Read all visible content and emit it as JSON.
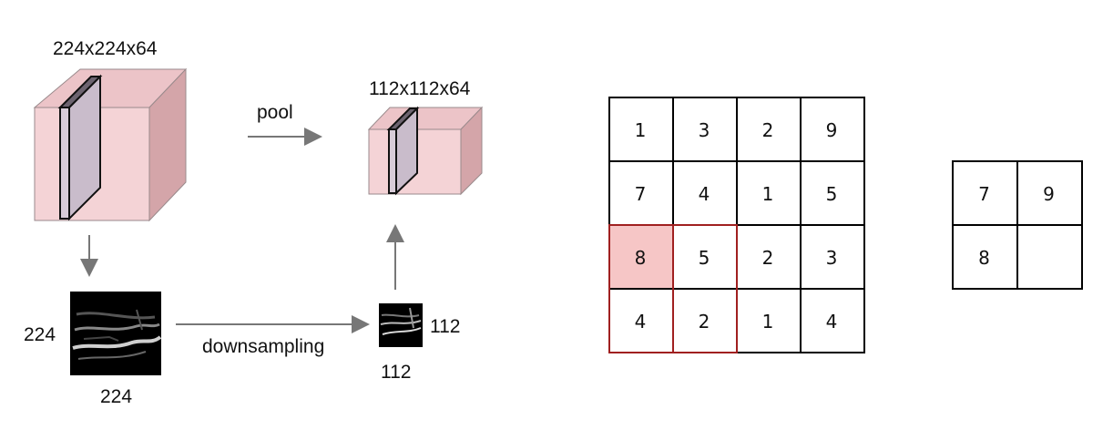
{
  "pooling_diagram": {
    "input_volume_label": "224x224x64",
    "pool_label": "pool",
    "output_volume_label": "112x112x64",
    "input_map_side_label": "224",
    "input_map_bottom_label": "224",
    "downsampling_label": "downsampling",
    "output_map_side_label": "112",
    "output_map_bottom_label": "112",
    "colors": {
      "cube_front": "#f4d3d6",
      "cube_top": "#ecc4c8",
      "cube_side": "#d4a5a9",
      "slice": "#cdc0cf",
      "arrow": "#777777"
    }
  },
  "max_pool_example": {
    "input_grid": [
      [
        "1",
        "3",
        "2",
        "9"
      ],
      [
        "7",
        "4",
        "1",
        "5"
      ],
      [
        "8",
        "5",
        "2",
        "3"
      ],
      [
        "4",
        "2",
        "1",
        "4"
      ]
    ],
    "output_grid": [
      [
        "7",
        "9"
      ],
      [
        "8",
        ""
      ]
    ],
    "highlight_color": "#f6c6c6",
    "window_border_color": "#a02020"
  }
}
